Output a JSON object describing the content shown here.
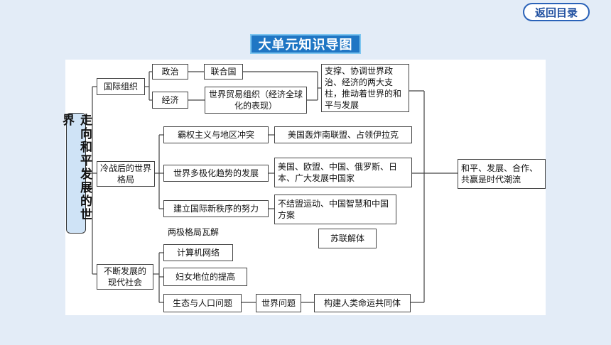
{
  "header": {
    "return_label": "返回目录",
    "title": "大单元知识导图"
  },
  "mindmap": {
    "root": "走向和平发展的世界",
    "intl_org": "国际组织",
    "politics": "政治",
    "un": "联合国",
    "economy": "经济",
    "wto": "世界贸易组织（经济全球化的表现）",
    "support": "支撑、协调世界政治、经济的两大支柱，推动着世界的和平与发展",
    "coldwar": "冷战后的世界格局",
    "hegemony": "霸权主义与地区冲突",
    "hegemony_ex": "美国轰炸南联盟、占领伊拉克",
    "multipolar": "世界多极化趋势的发展",
    "multipolar_ex": "美国、欧盟、中国、俄罗斯、日本、广大发展中国家",
    "new_order": "建立国际新秩序的努力",
    "new_order_ex": "不结盟运动、中国智慧和中国方案",
    "bipolar_collapse": "两极格局瓦解",
    "ussr": "苏联解体",
    "modern": "不断发展的现代社会",
    "computer": "计算机网络",
    "women": "妇女地位的提高",
    "eco": "生态与人口问题",
    "world_issue": "世界问题",
    "community": "构建人类命运共同体",
    "trend": "和平、发展、合作、共赢是时代潮流"
  }
}
